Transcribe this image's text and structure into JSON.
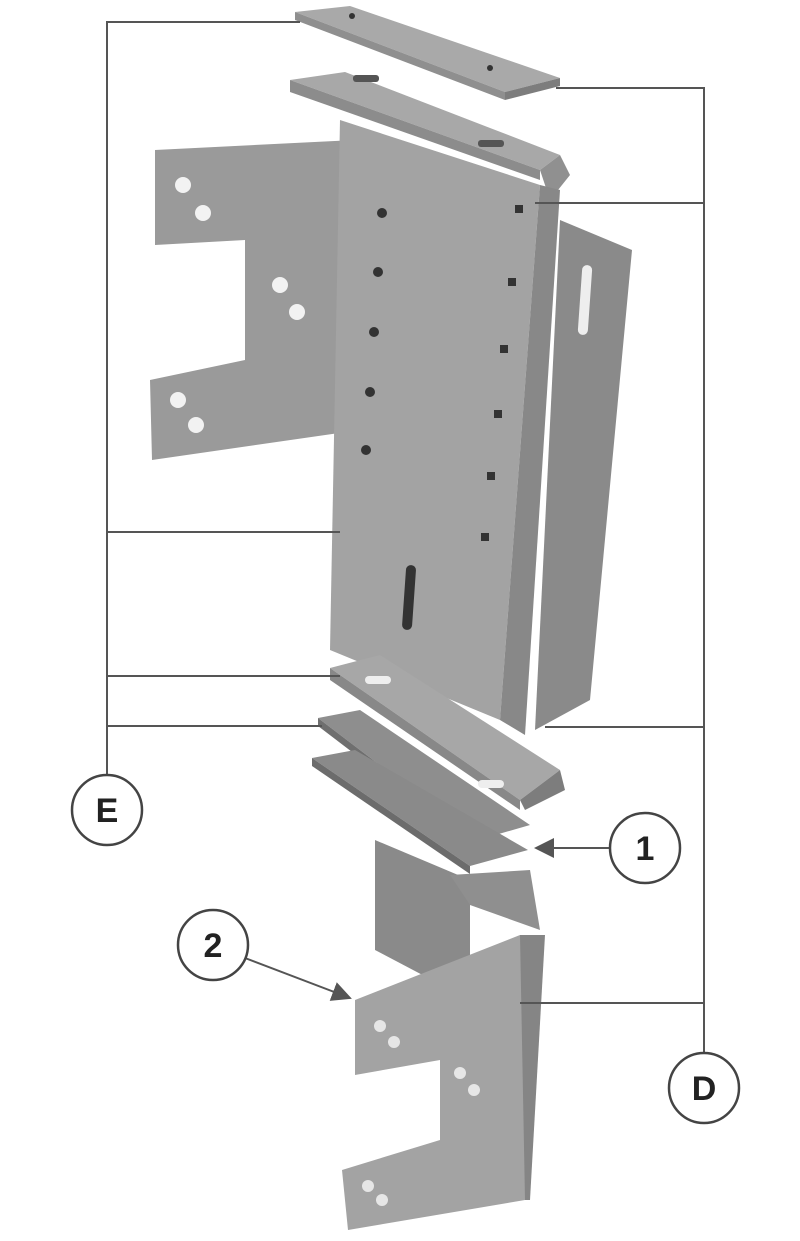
{
  "callouts": {
    "e": "E",
    "d": "D",
    "one": "1",
    "two": "2"
  },
  "colors": {
    "metal_light": "#a6a6a6",
    "metal_mid": "#939393",
    "metal_dark": "#7c7c7c",
    "line": "#555555"
  }
}
